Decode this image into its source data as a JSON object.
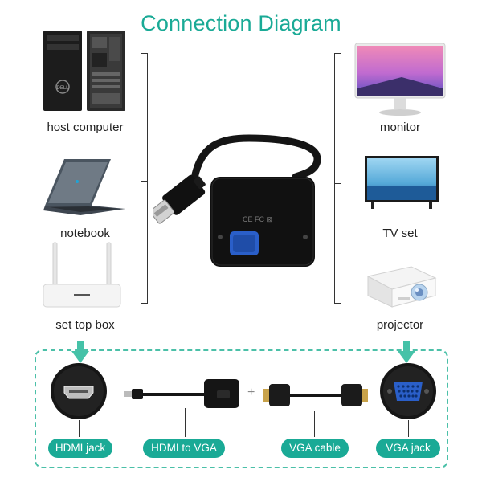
{
  "title": "Connection Diagram",
  "sources": [
    {
      "label": "host computer",
      "icon": "desktop-tower-icon"
    },
    {
      "label": "notebook",
      "icon": "laptop-icon"
    },
    {
      "label": "set top box",
      "icon": "router-box-icon"
    }
  ],
  "displays": [
    {
      "label": "monitor",
      "icon": "monitor-icon"
    },
    {
      "label": "TV set",
      "icon": "tv-icon"
    },
    {
      "label": "projector",
      "icon": "projector-icon"
    }
  ],
  "adapter_markings": "CE FC ⊠",
  "components": [
    {
      "label": "HDMI jack"
    },
    {
      "label": "HDMI to VGA"
    },
    {
      "label": "VGA cable"
    },
    {
      "label": "VGA jack"
    }
  ],
  "plus_sign": "+",
  "colors": {
    "accent": "#1aaa96",
    "dashed_border": "#4bc0a8",
    "vga_blue": "#2a5fc9"
  }
}
